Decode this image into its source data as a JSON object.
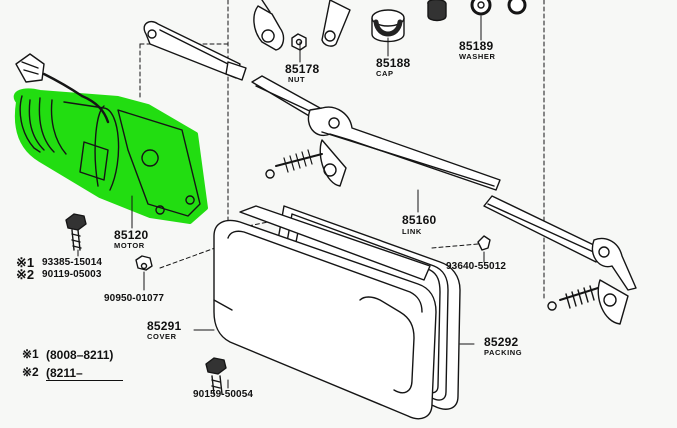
{
  "callouts": {
    "p85189": {
      "number": "85189",
      "name": "WASHER"
    },
    "p85188": {
      "number": "85188",
      "name": "CAP"
    },
    "p85178": {
      "number": "85178",
      "name": "NUT"
    },
    "p85160": {
      "number": "85160",
      "name": "LINK"
    },
    "p85120": {
      "number": "85120",
      "name": "MOTOR"
    },
    "p85291": {
      "number": "85291",
      "name": "COVER"
    },
    "p85292": {
      "number": "85292",
      "name": "PACKING"
    },
    "bolt1": "93385-15014",
    "bolt2": "90119-05003",
    "grommet": "90950-01077",
    "clip": "93640-55012",
    "screw": "90159-50054"
  },
  "markers": {
    "m1": "※1",
    "m2": "※2"
  },
  "notes": {
    "n1_mark": "※1",
    "n1_text": "(8008–8211)",
    "n2_mark": "※2",
    "n2_text": "(8211–"
  },
  "colors": {
    "highlight": "#22dd11",
    "ink": "#151515",
    "paper": "#f7f8f6"
  }
}
